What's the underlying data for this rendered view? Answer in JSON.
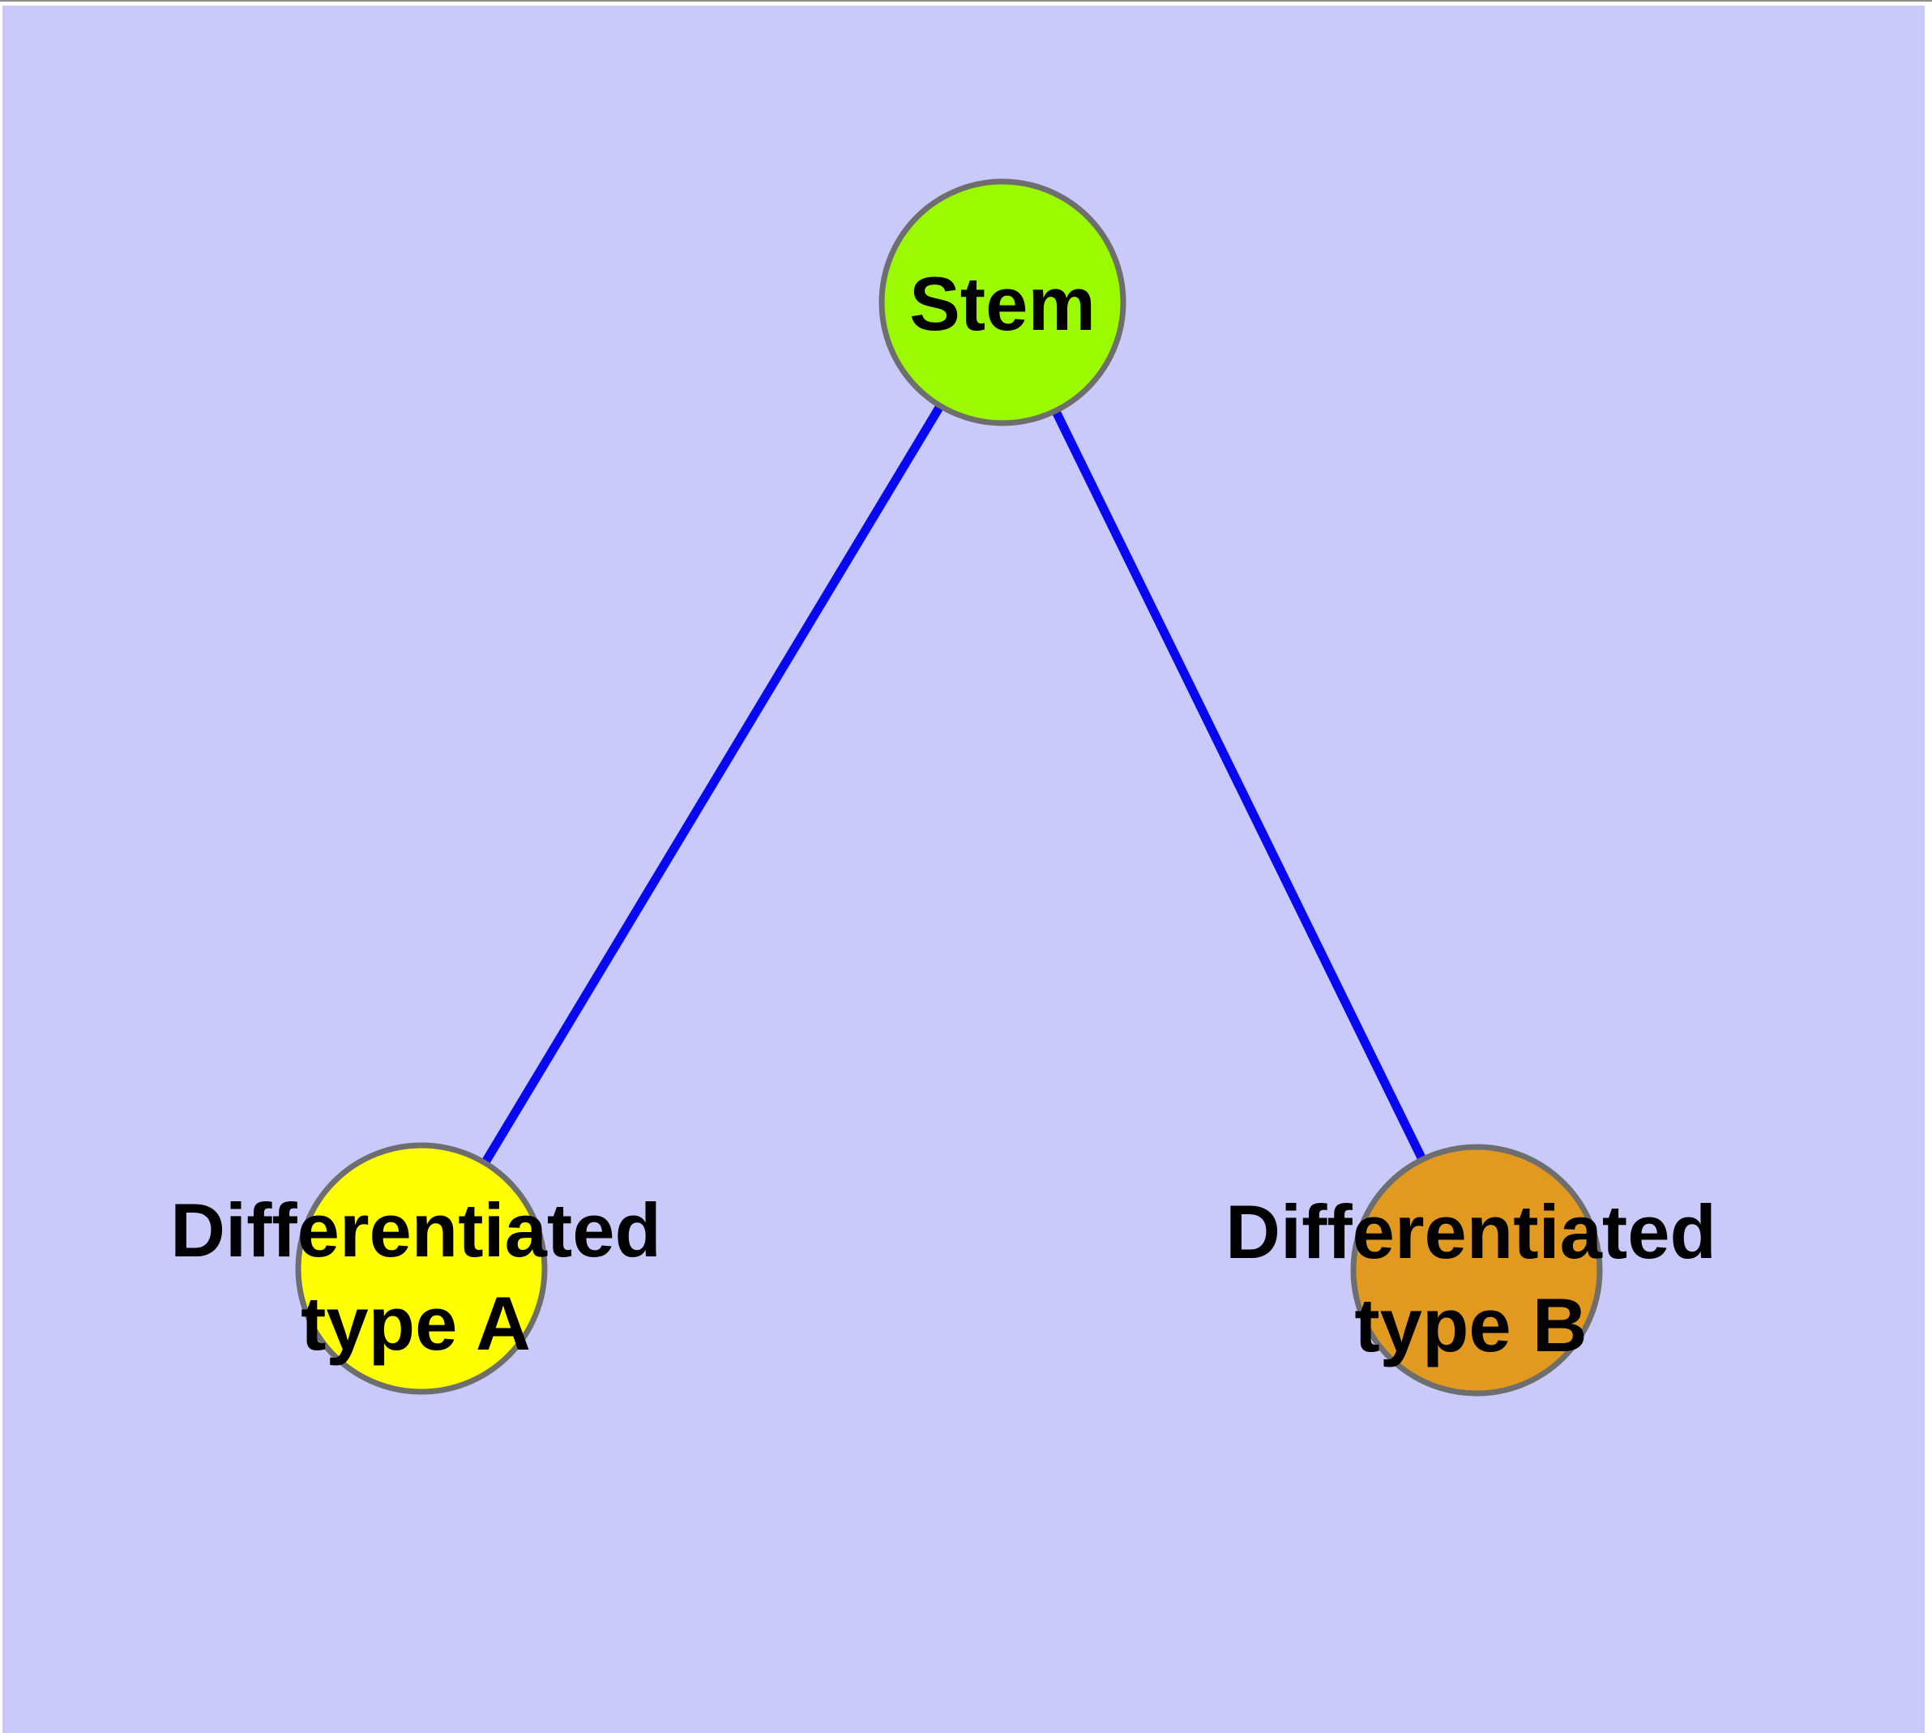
{
  "diagram": {
    "background_color": "#C9C9FA",
    "edge_color": "#0808F0",
    "node_border_color": "#6E6E6E",
    "label_color": "#000000",
    "nodes": {
      "stem": {
        "label": "Stem",
        "fill": "#9BFA00"
      },
      "type_a": {
        "label_line1": "Differentiated",
        "label_line2": "type A",
        "fill": "#FFFF00"
      },
      "type_b": {
        "label_line1": "Differentiated",
        "label_line2": "type B",
        "fill": "#E2991F"
      }
    },
    "edges": [
      {
        "from": "Stem",
        "to": "Differentiated type A"
      },
      {
        "from": "Stem",
        "to": "Differentiated type B"
      }
    ]
  }
}
